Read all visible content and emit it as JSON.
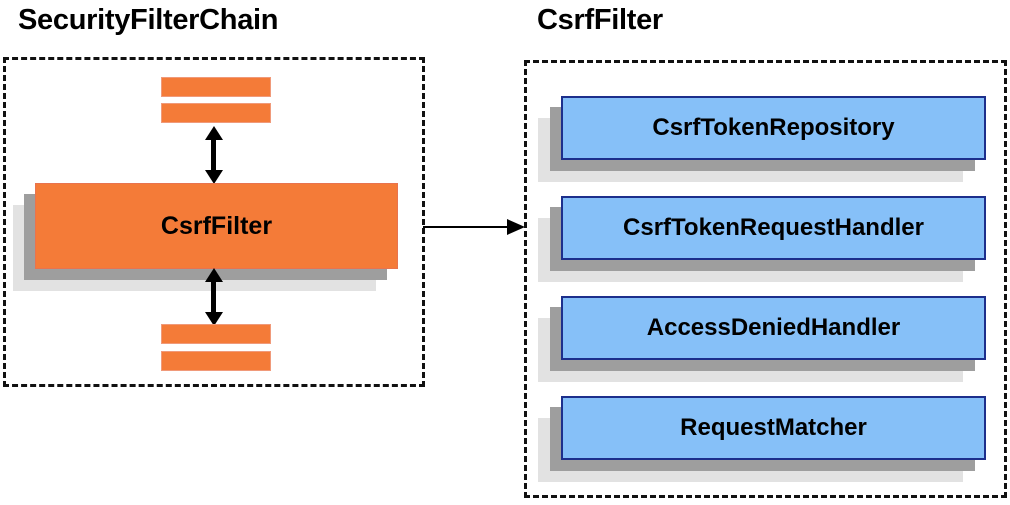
{
  "diagram": {
    "title_left": "SecurityFilterChain",
    "title_right": "CsrfFilter",
    "colors": {
      "orange_fill": "#f47b38",
      "blue_fill": "#86c0f8",
      "blue_border": "#1d2f8c",
      "shadow_dark": "#9e9e9e",
      "shadow_light": "#e2e2e2",
      "border_dashed": "#111111",
      "text": "#000000",
      "background": "#ffffff"
    }
  },
  "left_panel": {
    "title": "SecurityFilterChain",
    "main_node": {
      "label": "CsrfFilter"
    },
    "filter_bars_top": [
      {
        "label": ""
      },
      {
        "label": ""
      }
    ],
    "filter_bars_bottom": [
      {
        "label": ""
      },
      {
        "label": ""
      }
    ],
    "arrows": [
      {
        "name": "arrow-up",
        "direction": "bidirectional-vertical"
      },
      {
        "name": "arrow-down",
        "direction": "bidirectional-vertical"
      }
    ]
  },
  "connector": {
    "name": "left-to-right-arrow",
    "direction": "right",
    "label": ""
  },
  "right_panel": {
    "title": "CsrfFilter",
    "components": [
      {
        "label": "CsrfTokenRepository"
      },
      {
        "label": "CsrfTokenRequestHandler"
      },
      {
        "label": "AccessDeniedHandler"
      },
      {
        "label": "RequestMatcher"
      }
    ]
  }
}
